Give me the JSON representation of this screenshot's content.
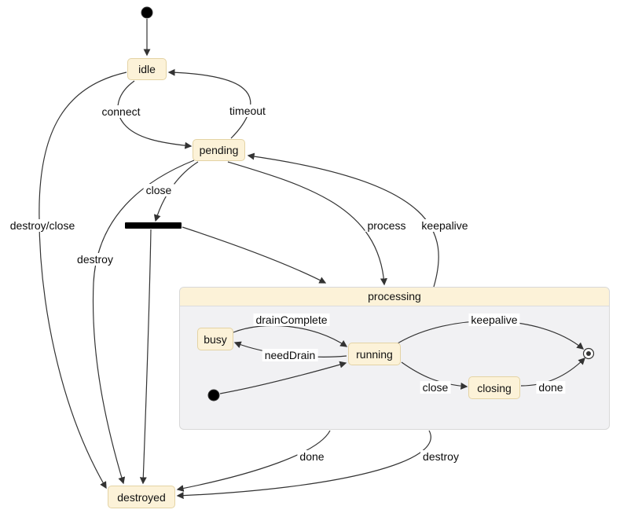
{
  "diagram": {
    "kind": "state-machine",
    "states": {
      "idle": {
        "label": "idle"
      },
      "pending": {
        "label": "pending"
      },
      "processing": {
        "label": "processing"
      },
      "busy": {
        "label": "busy"
      },
      "running": {
        "label": "running"
      },
      "closing": {
        "label": "closing"
      },
      "destroyed": {
        "label": "destroyed"
      }
    },
    "pseudostates": {
      "initial": "initial-state-dot",
      "fork": "fork-join-bar",
      "inner_initial": "initial-state-dot (processing)",
      "inner_final": "final-state (processing)"
    },
    "edges": [
      {
        "from": "initial",
        "to": "idle",
        "label": ""
      },
      {
        "from": "idle",
        "to": "pending",
        "label": "connect"
      },
      {
        "from": "pending",
        "to": "idle",
        "label": "timeout"
      },
      {
        "from": "pending",
        "to": "fork",
        "label": "close"
      },
      {
        "from": "idle",
        "to": "destroyed",
        "label": "destroy/close"
      },
      {
        "from": "pending",
        "to": "destroyed",
        "label": "destroy"
      },
      {
        "from": "fork",
        "to": "destroyed",
        "label": ""
      },
      {
        "from": "fork",
        "to": "processing",
        "label": ""
      },
      {
        "from": "pending",
        "to": "processing",
        "label": "process"
      },
      {
        "from": "processing",
        "to": "pending",
        "label": "keepalive"
      },
      {
        "from": "busy",
        "to": "running",
        "label": "drainComplete"
      },
      {
        "from": "running",
        "to": "busy",
        "label": "needDrain"
      },
      {
        "from": "inner_initial",
        "to": "running",
        "label": ""
      },
      {
        "from": "running",
        "to": "inner_final",
        "label": "keepalive"
      },
      {
        "from": "running",
        "to": "closing",
        "label": "close"
      },
      {
        "from": "closing",
        "to": "inner_final",
        "label": "done"
      },
      {
        "from": "processing",
        "to": "destroyed",
        "label": "done"
      },
      {
        "from": "processing",
        "to": "destroyed",
        "label": "destroy"
      }
    ],
    "colors": {
      "state_fill": "#fcf2d8",
      "state_border": "#e4d3a4",
      "composite_body": "#f1f1f3",
      "composite_border": "#d8d8d8",
      "edge": "#333333",
      "text": "#111111",
      "background": "#ffffff"
    }
  }
}
